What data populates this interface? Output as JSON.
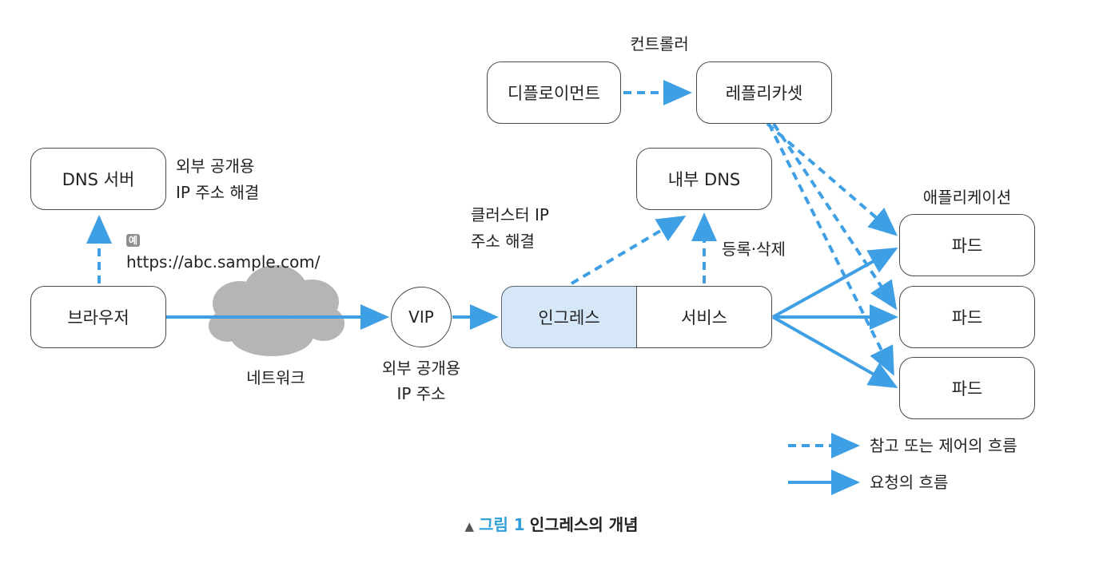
{
  "nodes": {
    "controller_group": "컨트롤러",
    "deployment": "디플로이먼트",
    "replicaset": "레플리카셋",
    "dns_server": "DNS 서버",
    "external_dns_note_line1": "외부 공개용",
    "external_dns_note_line2": "IP 주소 해결",
    "internal_dns": "내부 DNS",
    "app_group": "애플리케이션",
    "pod1": "파드",
    "pod2": "파드",
    "pod3": "파드",
    "browser": "브라우저",
    "example_tag": "예",
    "example_url": "https://abc.sample.com/",
    "network": "네트워크",
    "vip": "VIP",
    "vip_note_line1": "외부 공개용",
    "vip_note_line2": "IP 주소",
    "ingress": "인그레스",
    "service": "서비스",
    "cluster_ip_note_line1": "클러스터 IP",
    "cluster_ip_note_line2": "주소 해결",
    "register_delete": "등록·삭제"
  },
  "legend": {
    "dashed": "참고 또는 제어의 흐름",
    "solid": "요청의 흐름"
  },
  "caption": {
    "triangle": "▲",
    "figure": "그림 1",
    "text": "인그레스의 개념"
  },
  "colors": {
    "arrow": "#3f9fe4",
    "ingress_fill": "#d6e8f8",
    "cloud": "#b5b5b5"
  }
}
